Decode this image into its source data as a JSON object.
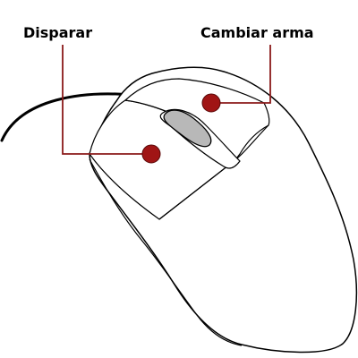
{
  "labels": {
    "left_button": "Disparar",
    "right_button": "Cambiar arma"
  },
  "colors": {
    "marker": "#a01515",
    "leader_line": "#8b1a1a",
    "outline": "#000000",
    "body_fill": "#ffffff",
    "scroll_wheel": "#b8b8b8"
  },
  "icons": {
    "device": "computer-mouse"
  }
}
